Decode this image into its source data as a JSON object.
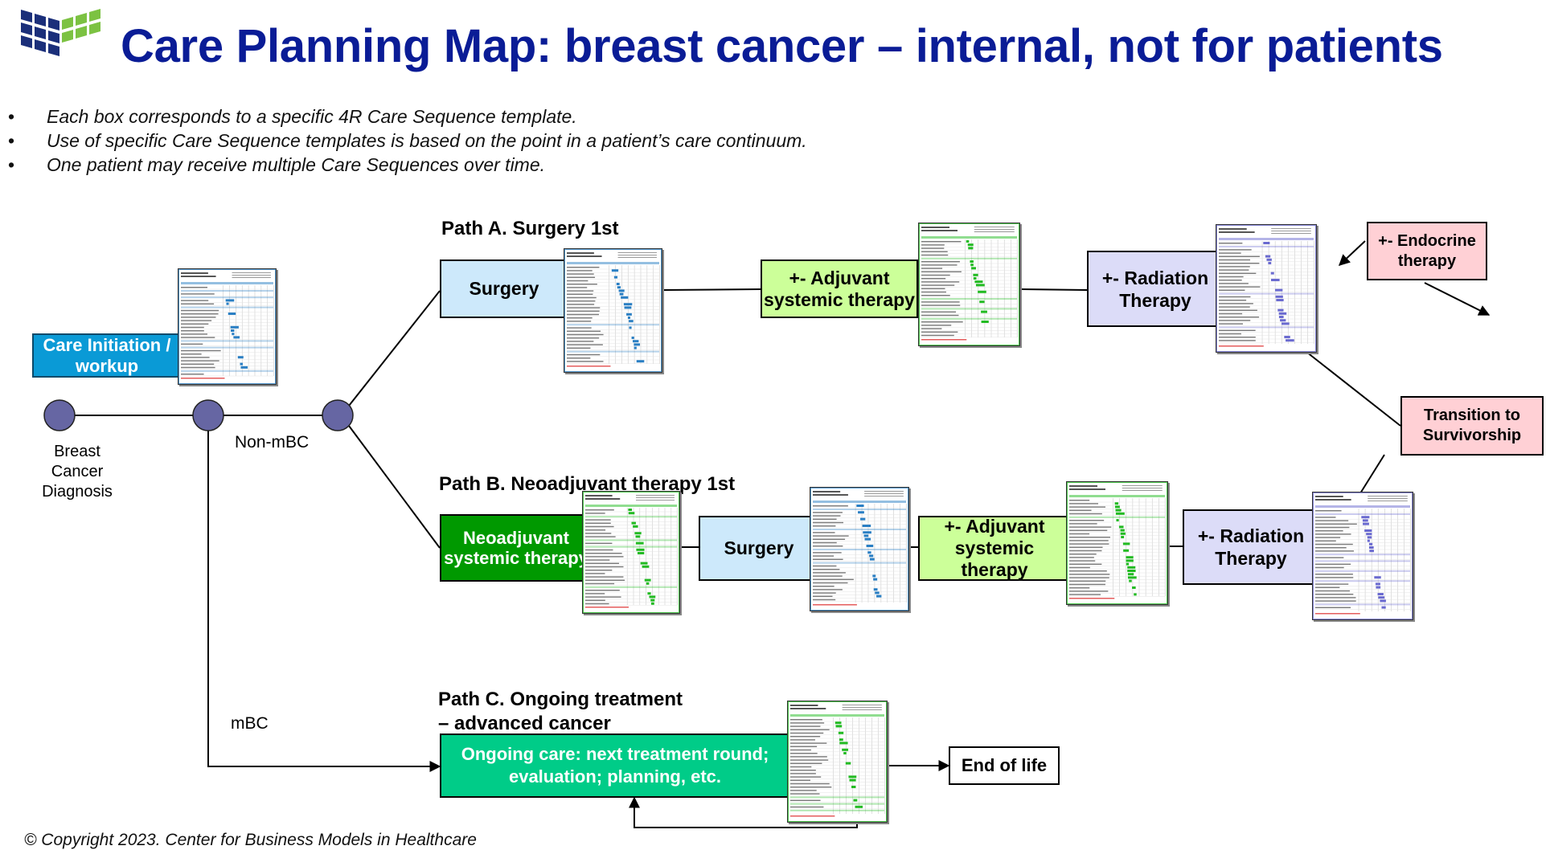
{
  "header": {
    "title": "Care Planning Map: breast cancer – internal, not for patients",
    "bullets": [
      "Each box corresponds to a specific 4R Care Sequence template.",
      "Use of specific Care Sequence templates is based on the point in a patient’s care continuum.",
      "One patient may receive multiple Care Sequences over time."
    ]
  },
  "colors": {
    "title": "#0a1c96",
    "blue_box": "#0a9ad6",
    "light_blue_box": "#cde9fb",
    "light_green_box": "#ccff99",
    "lavender_box": "#dcdcf8",
    "pink_box": "#ffd0d5",
    "dark_green_box": "#009900",
    "teal_box": "#00cc88",
    "node": "#6666a3"
  },
  "diagram": {
    "start": {
      "care_initiation": "Care Initiation / workup",
      "diagnosis": "Breast Cancer Diagnosis",
      "non_mbc": "Non-mBC",
      "mbc": "mBC"
    },
    "path_a": {
      "title": "Path A. Surgery 1st",
      "surgery": "Surgery",
      "adjuvant": "+- Adjuvant systemic therapy",
      "radiation": "+- Radiation Therapy",
      "endocrine": "+- Endocrine therapy"
    },
    "path_b": {
      "title": "Path B. Neoadjuvant therapy 1st",
      "neoadjuvant": "Neoadjuvant systemic therapy",
      "surgery": "Surgery",
      "adjuvant": "+- Adjuvant systemic therapy",
      "radiation": "+- Radiation Therapy"
    },
    "path_c": {
      "title_line1": "Path C. Ongoing treatment",
      "title_line2": "– advanced cancer",
      "ongoing": "Ongoing care: next treatment round; evaluation; planning, etc.",
      "end_of_life": "End of life"
    },
    "survivorship": "Transition to Survivorship"
  },
  "footer": {
    "copyright": "© Copyright 2023. Center for Business Models in Healthcare"
  }
}
